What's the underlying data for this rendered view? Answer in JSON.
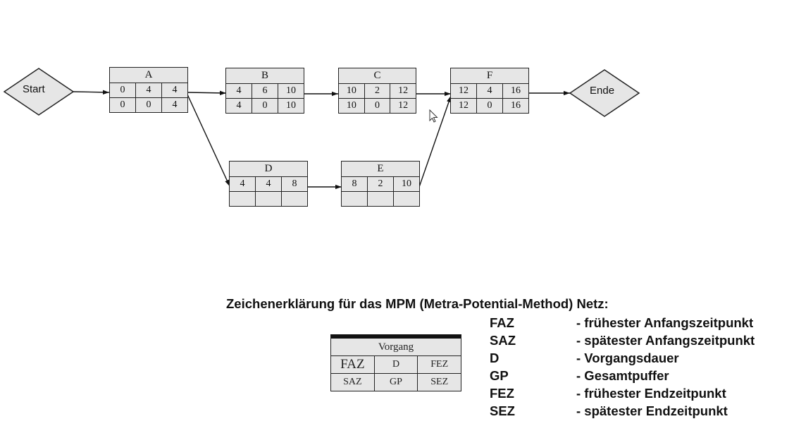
{
  "start": {
    "label": "Start"
  },
  "end": {
    "label": "Ende"
  },
  "nodes": [
    {
      "id": "A",
      "top": [
        "0",
        "4",
        "4"
      ],
      "bottom": [
        "0",
        "0",
        "4"
      ]
    },
    {
      "id": "B",
      "top": [
        "4",
        "6",
        "10"
      ],
      "bottom": [
        "4",
        "0",
        "10"
      ]
    },
    {
      "id": "C",
      "top": [
        "10",
        "2",
        "12"
      ],
      "bottom": [
        "10",
        "0",
        "12"
      ]
    },
    {
      "id": "F",
      "top": [
        "12",
        "4",
        "16"
      ],
      "bottom": [
        "12",
        "0",
        "16"
      ]
    },
    {
      "id": "D",
      "top": [
        "4",
        "4",
        "8"
      ],
      "bottom": [
        "",
        "",
        ""
      ]
    },
    {
      "id": "E",
      "top": [
        "8",
        "2",
        "10"
      ],
      "bottom": [
        "",
        "",
        ""
      ]
    }
  ],
  "edges": [
    [
      "Start",
      "A"
    ],
    [
      "A",
      "B"
    ],
    [
      "B",
      "C"
    ],
    [
      "C",
      "F"
    ],
    [
      "F",
      "Ende"
    ],
    [
      "A",
      "D"
    ],
    [
      "D",
      "E"
    ],
    [
      "E",
      "F"
    ]
  ],
  "legend": {
    "title": "Zeichenerklärung für das MPM  (Metra-Potential-Method) Netz:",
    "box": {
      "name": "Vorgang",
      "top": [
        "FAZ",
        "D",
        "FEZ"
      ],
      "bottom": [
        "SAZ",
        "GP",
        "SEZ"
      ]
    },
    "items": [
      {
        "abbr": "FAZ",
        "desc": "- frühester Anfangszeitpunkt"
      },
      {
        "abbr": "SAZ",
        "desc": "- spätester Anfangszeitpunkt"
      },
      {
        "abbr": "D",
        "desc": "- Vorgangsdauer"
      },
      {
        "abbr": "GP",
        "desc": "- Gesamtpuffer"
      },
      {
        "abbr": "FEZ",
        "desc": "- frühester Endzeitpunkt"
      },
      {
        "abbr": "SEZ",
        "desc": "- spätester Endzeitpunkt"
      }
    ]
  },
  "colors": {
    "node_fill": "#e6e6e6",
    "stroke": "#222222",
    "background": "#ffffff"
  }
}
